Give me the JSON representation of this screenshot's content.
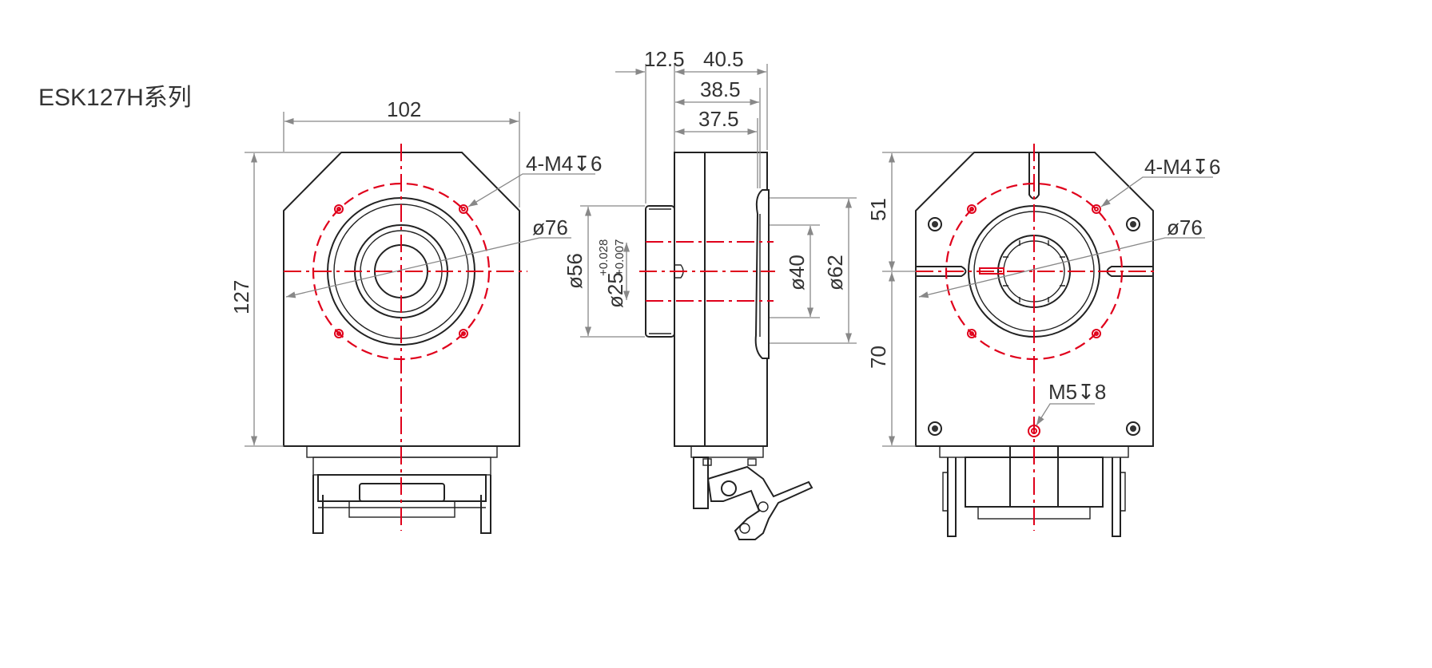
{
  "title": "ESK127H系列",
  "front_view": {
    "dim_width": "102",
    "dim_height": "127",
    "hole_callout": "4-M4↧6",
    "pcd_callout": "ø76"
  },
  "side_view": {
    "dim_flange": "12.5",
    "dim_total": "40.5",
    "dim_mid": "38.5",
    "dim_body": "37.5",
    "dim_flange_dia": "ø56",
    "dim_shaft_dia": "ø25",
    "dim_shaft_tol_upper": "+0.028",
    "dim_shaft_tol_lower": "+0.007",
    "dim_inner_dia": "ø40",
    "dim_outer_dia": "ø62"
  },
  "rear_view": {
    "dim_upper": "51",
    "dim_lower": "70",
    "hole_callout": "4-M4↧6",
    "pcd_callout": "ø76",
    "center_hole_callout": "M5↧8"
  },
  "colors": {
    "outline": "#222222",
    "dimension": "#888888",
    "centerline": "#e0001b"
  }
}
